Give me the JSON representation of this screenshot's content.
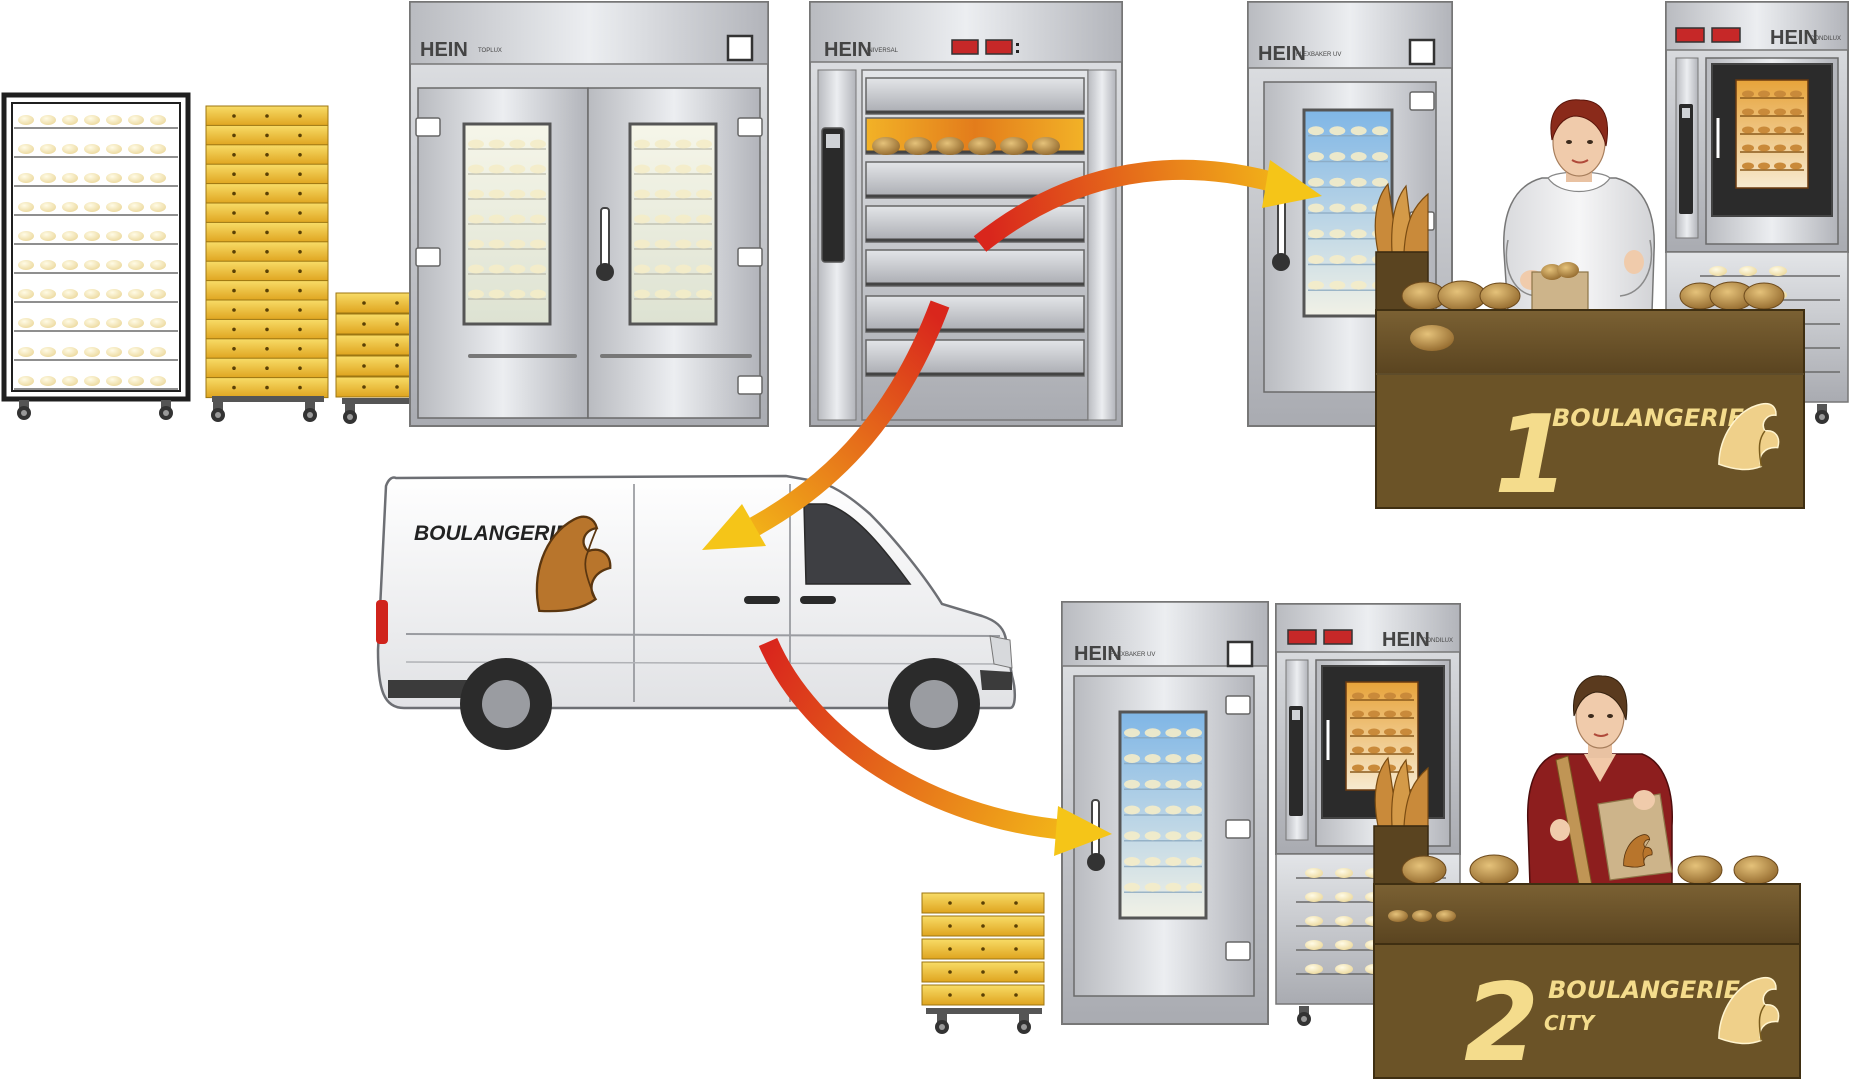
{
  "brand": {
    "name": "HEIN",
    "models": {
      "proofer": "TOPLUX",
      "deck_oven": "UNIVERSAL",
      "retarder_1": "FLEXBAKER UV",
      "combi_oven_1": "CONDILUX",
      "retarder_2": "FLEXBAKER UV",
      "combi_oven_2": "CONDILUX"
    }
  },
  "van": {
    "label": "BOULANGERIE"
  },
  "shops": [
    {
      "number": "1",
      "name": "BOULANGERIE",
      "subtitle": ""
    },
    {
      "number": "2",
      "name": "BOULANGERIE",
      "subtitle": "CITY"
    }
  ],
  "colors": {
    "steel": "#d2d4d8",
    "steel_dark": "#9a9ca2",
    "tray_yellow": "#f2c230",
    "counter_brown": "#6b5327",
    "arrow_start": "#d9261c",
    "arrow_end": "#f5c518",
    "crust": "#b5813a"
  }
}
